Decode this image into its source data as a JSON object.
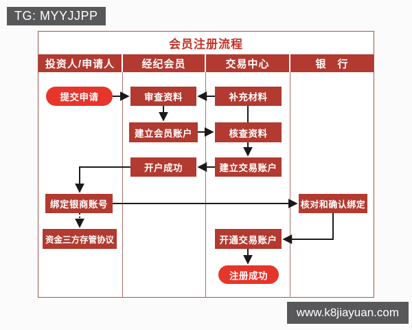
{
  "badge": {
    "label": "TG: MYYJJPP"
  },
  "watermark": {
    "label": "www.k8jiayuan.com"
  },
  "flow": {
    "title": "会员注册流程",
    "columns": [
      "投资人/申请人",
      "经纪会员",
      "交易中心",
      "银　行"
    ],
    "nodes": {
      "submit": "提交申请",
      "review": "审查资料",
      "supplement": "补充材料",
      "create_member": "建立会员账户",
      "verify": "核查资料",
      "open_success": "开户成功",
      "create_trading": "建立交易账户",
      "bind_bank": "绑定银商账号",
      "confirm_binding": "核对和确认绑定",
      "fund_agreement": "资金三方存管协议",
      "open_trading": "开通交易账户",
      "register_success": "注册成功"
    },
    "colors": {
      "box_dark_red": "#b23a30",
      "pill_bright_red": "#e6352a",
      "title_red": "#c43227",
      "grid_line": "#a5716d",
      "badge_gray": "#58585a",
      "arrow_black": "#1a1a1a"
    }
  }
}
